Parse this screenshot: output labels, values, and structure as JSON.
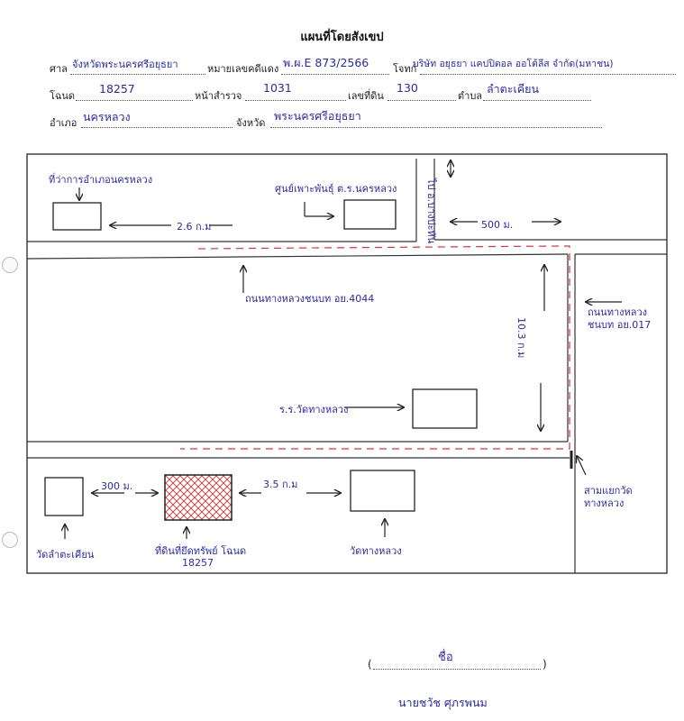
{
  "header": {
    "title": "แผนที่โดยสังเขป",
    "court_label": "ศาล",
    "court_value": "จังหวัดพระนครศรีอยุธยา",
    "case_label": "หมายเลขคดีแดง",
    "case_value": "พ.ผ.E 873/2566",
    "plaintiff_label": "โจทก์",
    "plaintiff_value": "บริษัท อยุธยา แคปปิตอล ออโต้ลีส จำกัด(มหาชน)",
    "deed_label": "โฉนด",
    "deed_value": "18257",
    "survey_label": "หน้าสำรวจ",
    "survey_value": "1031",
    "land_no_label": "เลขที่ดิน",
    "land_no_value": "130",
    "subdistrict_label": "ตำบล",
    "subdistrict_value": "ลำตะเคียน",
    "district_label": "อำเภอ",
    "district_value": "นครหลวง",
    "province_label": "จังหวัด",
    "province_value": "พระนครศรีอยุธยา"
  },
  "map": {
    "district_office_label": "ที่ว่าการอำเภอนครหลวง",
    "dist_2_6km": "2.6 ก.ม",
    "cooperative_label": "ศูนย์เพาะพันธุ์ ต.ร.นครหลวง",
    "north_label": "ไป อ.บางปะหัน",
    "dist_500m": "500 ม.",
    "main_road_label": "ถนนทางหลวงชนบท อย.4044",
    "highway_label": "ถนนทางหลวง ชนบท อย.017",
    "dist_10_3km": "10.3 ก.ม",
    "school_label": "ร.ร.วัดทางหลวง",
    "junction_label": "สามแยกวัด ทางหลวง",
    "dist_300m": "300 ม.",
    "dist_3_5km": "3.5 ก.ม",
    "temple_left_label": "วัดลำตะเคียน",
    "parcel_label": "ที่ดินที่ยึดทรัพย์ โฉนด",
    "parcel_deed": "18257",
    "temple_right_label": "วัดทางหลวง"
  },
  "signature": {
    "initials": "ชื่อ",
    "open_paren": "(",
    "close_paren": ")",
    "name": "นายชวัช ศุภรพนม"
  }
}
